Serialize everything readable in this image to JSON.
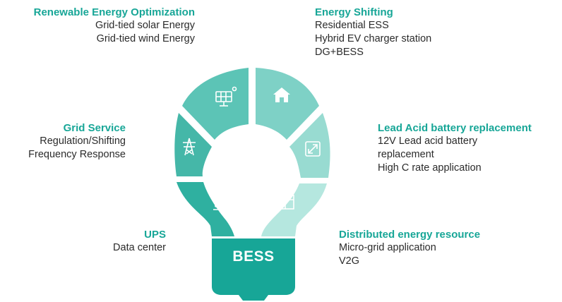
{
  "center_label": "BESS",
  "colors": {
    "accent": "#17a697",
    "seg_solar": "#5cc4b6",
    "seg_home": "#7ed1c6",
    "seg_grid": "#45b7a8",
    "seg_expand": "#98dbd1",
    "seg_ups": "#2fb0a0",
    "seg_panel": "#b5e7df",
    "base": "#17a697"
  },
  "segments": [
    {
      "name": "solar-segment",
      "icon": "solar-panel-icon"
    },
    {
      "name": "home-segment",
      "icon": "house-icon"
    },
    {
      "name": "grid-segment",
      "icon": "transmission-tower-icon"
    },
    {
      "name": "expand-segment",
      "icon": "expand-arrows-icon"
    },
    {
      "name": "ups-segment",
      "icon": "laptop-chart-icon"
    },
    {
      "name": "panel-segment",
      "icon": "window-layout-icon"
    }
  ],
  "blocks": {
    "renewable": {
      "title": "Renewable Energy Optimization",
      "lines": [
        "Grid-tied solar Energy",
        "Grid-tied wind Energy"
      ]
    },
    "shifting": {
      "title": "Energy Shifting",
      "lines": [
        "Residential ESS",
        "Hybrid EV charger station",
        "DG+BESS"
      ]
    },
    "grid": {
      "title": "Grid Service",
      "lines": [
        "Regulation/Shifting",
        "Frequency Response"
      ]
    },
    "leadacid": {
      "title": "Lead Acid battery replacement",
      "lines": [
        "12V Lead acid battery",
        "replacement",
        "High C rate application"
      ]
    },
    "ups": {
      "title": "UPS",
      "lines": [
        "Data center"
      ]
    },
    "distributed": {
      "title": "Distributed energy resource",
      "lines": [
        "Micro-grid application",
        "V2G"
      ]
    }
  }
}
